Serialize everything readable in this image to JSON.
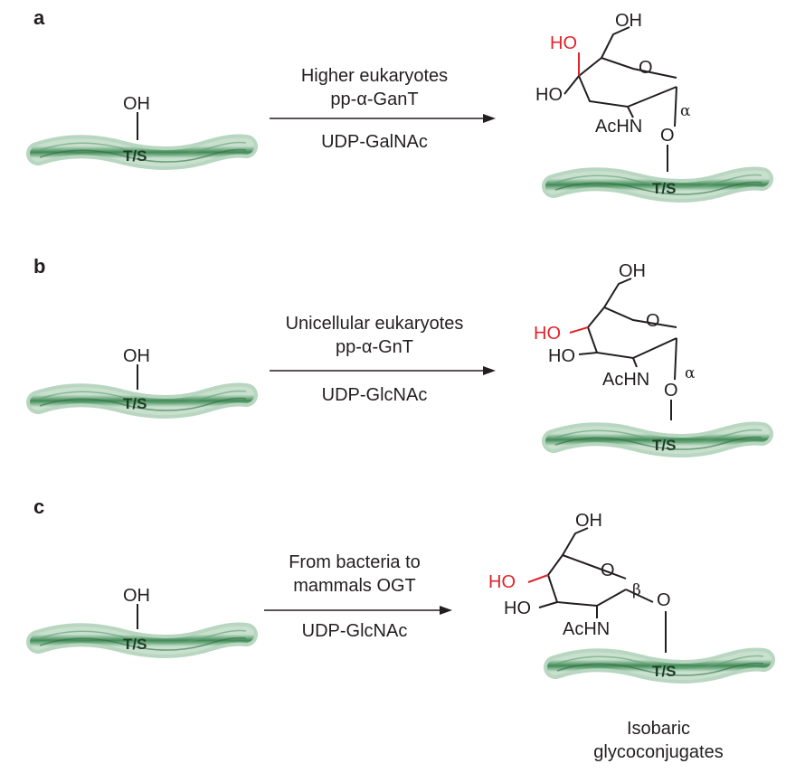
{
  "panels": [
    {
      "letter": "a",
      "reactant": {
        "hydroxyl": "OH",
        "strand_label": "T/S"
      },
      "arrow": {
        "above_line1": "Higher eukaryotes",
        "above_line2": "pp-α-GanT",
        "below": "UDP-GalNAc"
      },
      "product": {
        "oh_top": "OH",
        "ho_red": "HO",
        "ho_left": "HO",
        "ring_o": "O",
        "achn": "AcHN",
        "link_o": "O",
        "anomer": "α",
        "strand_label": "T/S"
      }
    },
    {
      "letter": "b",
      "reactant": {
        "hydroxyl": "OH",
        "strand_label": "T/S"
      },
      "arrow": {
        "above_line1": "Unicellular eukaryotes",
        "above_line2": "pp-α-GnT",
        "below": "UDP-GlcNAc"
      },
      "product": {
        "oh_top": "OH",
        "ho_red": "HO",
        "ho_left": "HO",
        "ring_o": "O",
        "achn": "AcHN",
        "link_o": "O",
        "anomer": "α",
        "strand_label": "T/S"
      }
    },
    {
      "letter": "c",
      "reactant": {
        "hydroxyl": "OH",
        "strand_label": "T/S"
      },
      "arrow": {
        "above_line1": "From bacteria to",
        "above_line2": "mammals OGT",
        "below": "UDP-GlcNAc"
      },
      "product": {
        "oh_top": "OH",
        "ho_red": "HO",
        "ho_left": "HO",
        "ring_o": "O",
        "achn": "AcHN",
        "link_o": "O",
        "anomer": "β",
        "strand_label": "T/S"
      }
    }
  ],
  "caption": {
    "line1": "Isobaric",
    "line2": "glycoconjugates"
  },
  "colors": {
    "strand": "#3f8a55",
    "strand_light": "#a9cdb3",
    "highlight": "#e0242b",
    "ink": "#231f20"
  }
}
